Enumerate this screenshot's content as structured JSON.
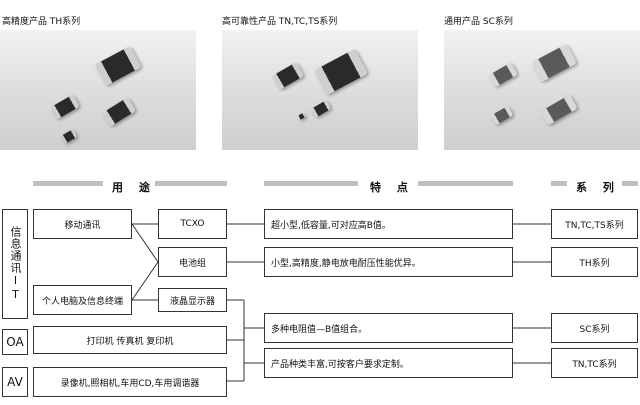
{
  "captions": [
    "高精度产品  TH系列",
    "高可靠性产品  TN,TC,TS系列",
    "通用产品 SC系列"
  ],
  "headers": {
    "usage": "用 途",
    "features": "特 点",
    "series": "系 列"
  },
  "categories": {
    "info": "信息通讯IT",
    "oa": "OA",
    "av": "AV"
  },
  "applications": [
    "移动通讯",
    "个人电脑及信息终端",
    "打印机 传真机 复印机",
    "录像机,照相机,车用CD,车用调谐器"
  ],
  "uses": [
    "TCXO",
    "电池组",
    "液晶显示器"
  ],
  "features": [
    "超小型,低容量,可对应高B值。",
    "小型,高精度,静电放电耐压性能优异。",
    "多种电阻值—B值组合。",
    "产品种类丰富,可按客户要求定制。"
  ],
  "series": [
    "TN,TC,TS系列",
    "TH系列",
    "SC系列",
    "TN,TC系列"
  ]
}
